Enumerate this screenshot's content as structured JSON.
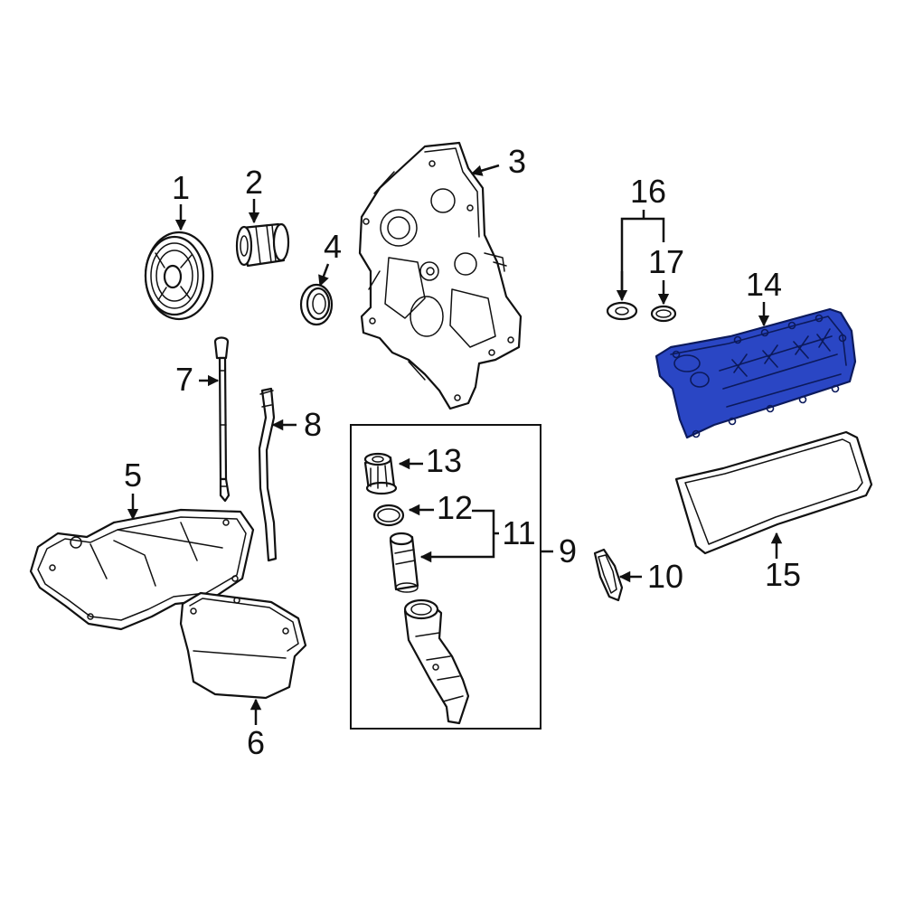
{
  "colors": {
    "line": "#111111",
    "highlight": "#2a46c4",
    "highlight_outline": "#0c1a5c",
    "background": "#ffffff"
  },
  "callouts": {
    "c1": "1",
    "c2": "2",
    "c3": "3",
    "c4": "4",
    "c5": "5",
    "c6": "6",
    "c7": "7",
    "c8": "8",
    "c9": "9",
    "c10": "10",
    "c11": "11",
    "c12": "12",
    "c13": "13",
    "c14": "14",
    "c15": "15",
    "c16": "16",
    "c17": "17"
  },
  "highlighted_part": "14"
}
